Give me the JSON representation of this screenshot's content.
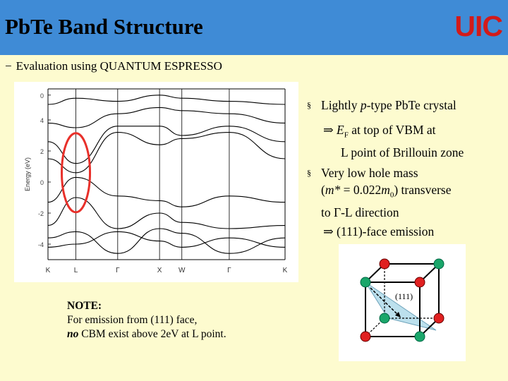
{
  "header": {
    "title": "PbTe Band Structure",
    "logo": "UIC"
  },
  "subtitle": "Evaluation using QUANTUM ESPRESSO",
  "subtitle_dash": "−",
  "chart_data": {
    "type": "line",
    "ylabel": "Energy (eV)",
    "yticks": [
      "0",
      "4",
      "2",
      "0",
      "-2",
      "-4"
    ],
    "ylim": [
      -5,
      6
    ],
    "xticks": [
      "K",
      "L",
      "Γ",
      "X",
      "W",
      "Γ",
      "K"
    ],
    "x_positions": [
      0,
      1,
      2.5,
      4,
      4.8,
      6.5,
      8.5
    ],
    "series": [
      {
        "values": [
          -4.2,
          -4.0,
          -3.2,
          -3.8,
          -4.2,
          -3.6,
          -4.2
        ]
      },
      {
        "values": [
          -3.6,
          -3.2,
          -4.6,
          -3.0,
          -3.3,
          -4.6,
          -3.6
        ]
      },
      {
        "values": [
          -2.8,
          -1.0,
          -3.0,
          -2.0,
          -2.6,
          -3.0,
          -2.8
        ]
      },
      {
        "values": [
          -1.3,
          0.3,
          -0.9,
          -1.2,
          -1.6,
          -0.9,
          -1.3
        ]
      },
      {
        "values": [
          1.5,
          0.6,
          3.2,
          2.4,
          2.8,
          3.2,
          1.5
        ]
      },
      {
        "values": [
          2.6,
          1.2,
          3.6,
          3.6,
          3.0,
          3.6,
          2.6
        ]
      },
      {
        "values": [
          3.8,
          3.5,
          4.4,
          4.8,
          4.6,
          4.4,
          3.8
        ]
      },
      {
        "values": [
          5.0,
          5.4,
          5.2,
          5.6,
          5.4,
          5.2,
          5.0
        ]
      }
    ],
    "highlight": "L point near gap"
  },
  "bullets": [
    {
      "marker": "§",
      "pre": "Lightly ",
      "em": "p",
      "post": "-type PbTe crystal"
    },
    {
      "marker": "§",
      "line1": "Very low hole mass",
      "line2_pre": "(",
      "line2_em": "m*",
      "line2_mid": " = 0.022",
      "line2_em2": "m",
      "line2_sub": "0",
      "line2_post": ") transverse",
      "line3": "to Γ-L direction"
    }
  ],
  "implications": {
    "symbol": "⇒",
    "first_em": "E",
    "first_sub": "F",
    "first_rest": " at top of VBM at",
    "first_line2": "L point of Brillouin zone",
    "second": "(111)-face emission"
  },
  "note": {
    "heading": "NOTE:",
    "line1": "For emission from (111) face,",
    "em": "no",
    "line2_rest": " CBM exist above 2eV at L point."
  },
  "cube": {
    "label": "(111)"
  },
  "colors": {
    "header": "#3f8bd6",
    "background": "#fdfbcf",
    "red_atom": "#e02020",
    "green_atom": "#1aa66a",
    "ellipse": "#e8302a"
  }
}
